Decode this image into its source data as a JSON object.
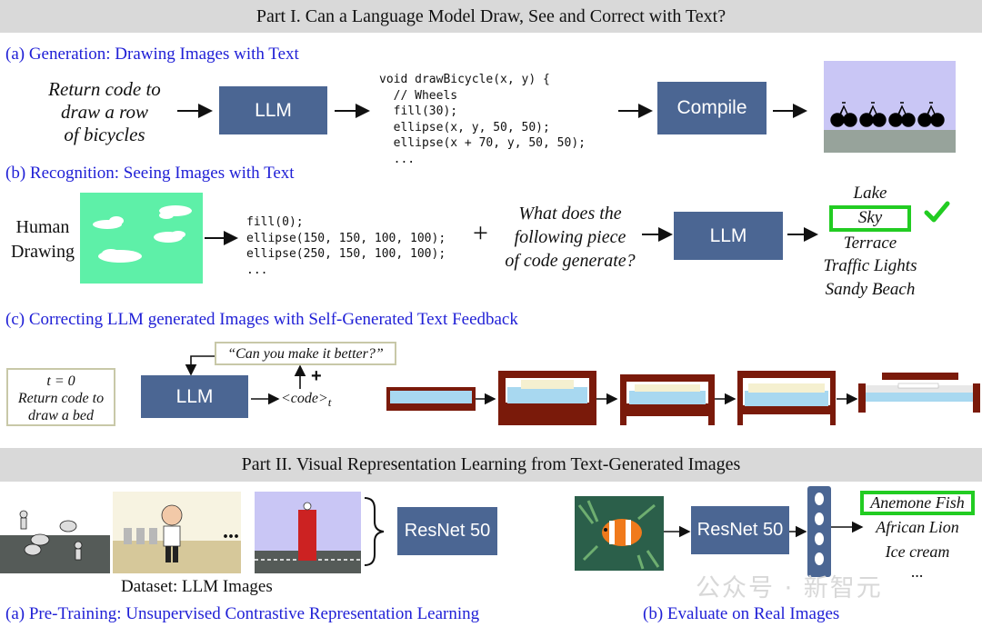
{
  "part1": {
    "title": "Part I. Can a Language Model Draw, See and Correct with Text?"
  },
  "gen": {
    "heading": "(a) Generation: Drawing Images with Text",
    "prompt_lines": [
      "Return code to",
      "draw a row",
      "of  bicycles"
    ],
    "llm": "LLM",
    "code": "void drawBicycle(x, y) {\n  // Wheels\n  fill(30);\n  ellipse(x, y, 50, 50);\n  ellipse(x + 70, y, 50, 50);\n  ...",
    "compile": "Compile"
  },
  "rec": {
    "heading": "(b) Recognition: Seeing Images with Text",
    "human_lines": [
      "Human",
      "Drawing"
    ],
    "code": "fill(0);\nellipse(150, 150, 100, 100);\nellipse(250, 150, 100, 100);\n...",
    "plus": "+",
    "question_lines": [
      "What does the",
      "following piece",
      "of code generate?"
    ],
    "llm": "LLM",
    "options": [
      "Lake",
      "Sky",
      "Terrace",
      "Traffic Lights",
      "Sandy Beach"
    ],
    "selected": "Sky",
    "check_color": "#22cc22"
  },
  "corr": {
    "heading": "(c) Correcting LLM generated Images with Self-Generated Text Feedback",
    "t_lines": [
      "t = 0",
      "Return code to",
      "draw a bed"
    ],
    "llm": "LLM",
    "feedback": "“Can you make it better?”",
    "plus": "+",
    "code_label": "<code>",
    "code_sub": "t"
  },
  "part2": {
    "title": "Part II. Visual Representation Learning from Text-Generated Images"
  },
  "pre": {
    "ellipsis": "...",
    "dataset": "Dataset: LLM Images",
    "resnet": "ResNet 50",
    "caption": "(a) Pre-Training: Unsupervised Contrastive Representation Learning"
  },
  "eval": {
    "resnet": "ResNet 50",
    "labels": [
      "Anemone Fish",
      "African Lion",
      "Ice cream",
      "..."
    ],
    "caption": "(b) Evaluate on Real Images"
  },
  "watermark": "公众号 · 新智元",
  "colors": {
    "box": "#4b6693",
    "heading_blue": "#1f1fd6",
    "green": "#22cc22",
    "bar": "#d9d9d9"
  }
}
